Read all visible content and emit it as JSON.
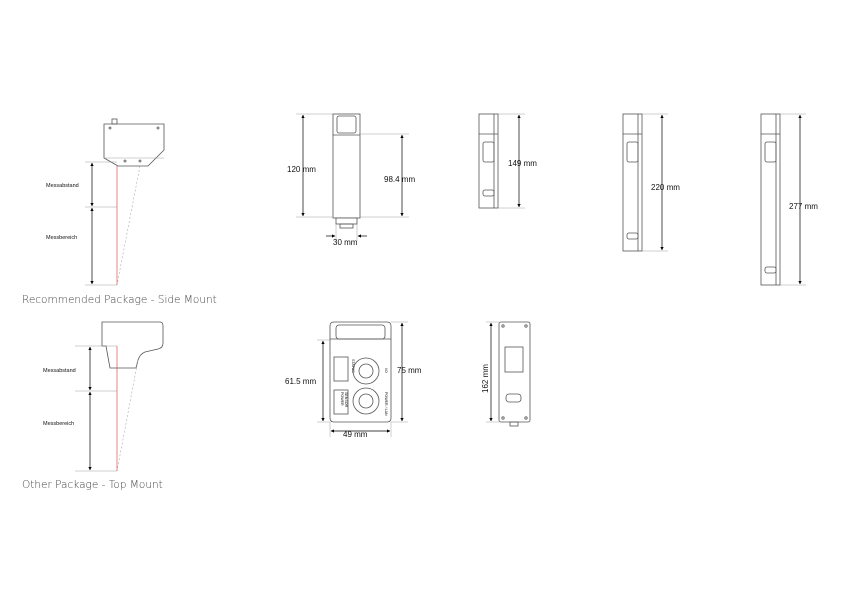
{
  "captions": {
    "side_mount": "Recommended Package - Side Mount",
    "top_mount": "Other Package - Top Mount"
  },
  "side_mount": {
    "label_standoff": "Messabstand",
    "label_range": "Messbereich"
  },
  "top_mount": {
    "label_standoff": "Messabstand",
    "label_range": "Messbereich"
  },
  "dimensions": {
    "side_height": "120 mm",
    "side_inner_height": "98.4 mm",
    "side_width": "30 mm",
    "length_short": "149 mm",
    "length_medium": "220 mm",
    "length_long": "277 mm",
    "front_height": "61.5 mm",
    "front_total_height": "75 mm",
    "front_width": "49 mm",
    "top_length": "162 mm"
  },
  "connector_labels": {
    "io": "I/O",
    "power_lan": "POWER / LAN",
    "status": "STATUS",
    "power": "POWER",
    "sensor": "SENSOR"
  },
  "colors": {
    "laser": "#d33333",
    "outline": "#555555",
    "dimension": "#000000"
  }
}
